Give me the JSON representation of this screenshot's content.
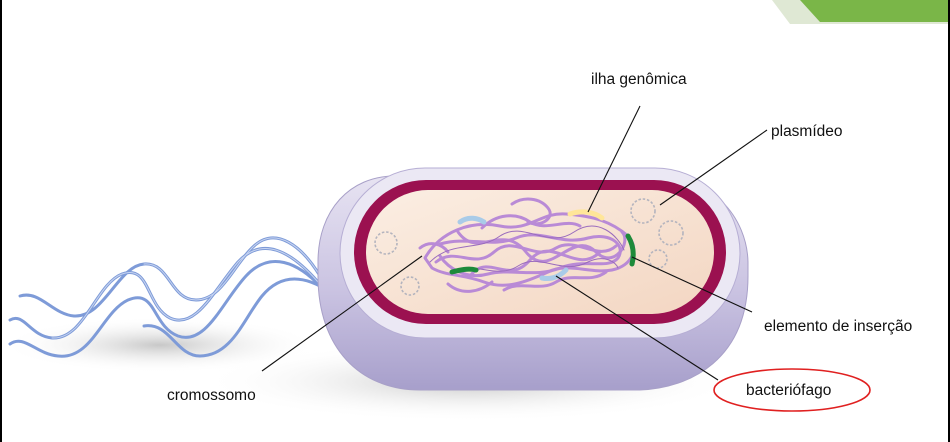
{
  "labels": {
    "genomic_island": "ilha genômica",
    "plasmid": "plasmídeo",
    "insertion_element": "elemento de inserção",
    "bacteriophage": "bacteriófago",
    "chromosome": "cromossomo"
  },
  "colors": {
    "slide_accent": "#7ab648",
    "cell_wall": "#c9c3e0",
    "membrane": "#9b1150",
    "cytoplasm": "#f8e3d3",
    "chromosome": "#b98ad6",
    "flagellum": "#7e9bd8",
    "genomic_island_segment": "#ffe699",
    "insertion_segment": "#1d8a3a",
    "phage_segment": "#a9cbe8",
    "highlight_ellipse": "#e02020"
  }
}
